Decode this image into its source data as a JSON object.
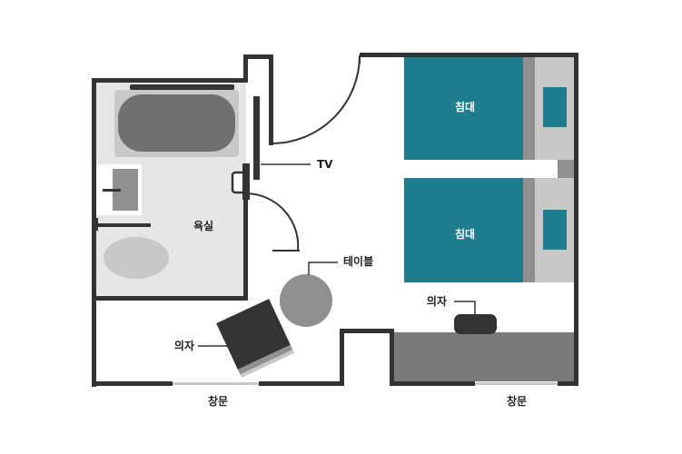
{
  "labels": {
    "bathroom": "욕실",
    "tv": "TV",
    "table": "테이블",
    "chair_left": "의자",
    "chair_right": "의자",
    "bed_top": "침대",
    "bed_bottom": "침대",
    "window_left": "창문",
    "window_right": "창문"
  },
  "colors": {
    "wall": "#333333",
    "bed": "#1d7d8c",
    "furniture_gray": "#909090",
    "light_gray": "#c8c8c8",
    "bath_fill": "#e6e6e6",
    "tub": "#707070",
    "chair": "#333333",
    "desk": "#7a7a7a"
  },
  "icons": [
    "bathtub-icon",
    "sink-icon",
    "toilet-icon",
    "door-swing-icon",
    "chair-icon",
    "table-icon",
    "bed-icon",
    "pillow-icon",
    "desk-icon",
    "tv-icon"
  ]
}
